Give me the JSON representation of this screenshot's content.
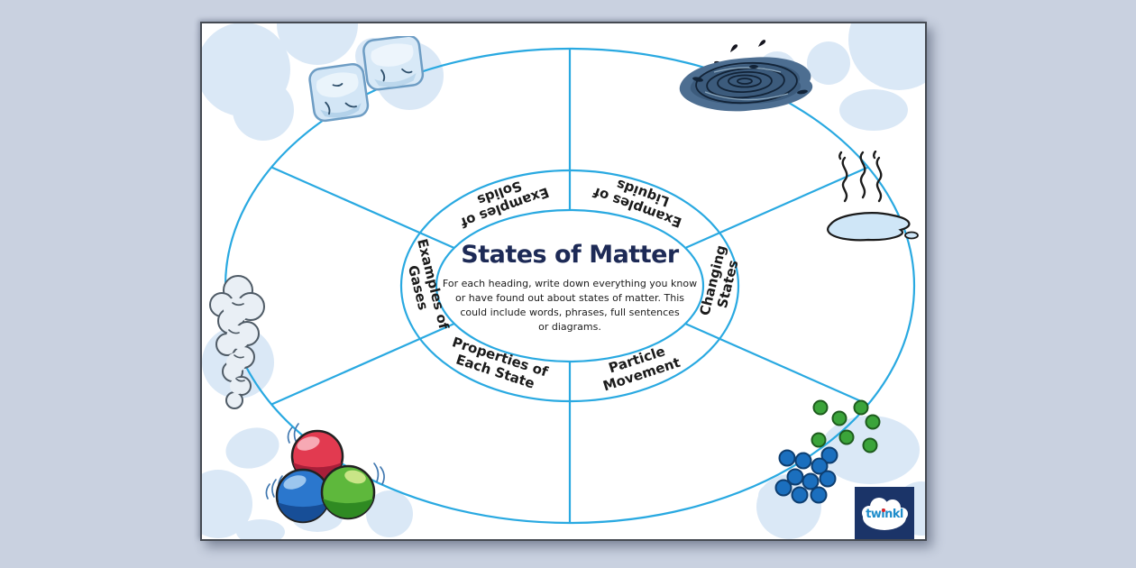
{
  "app": {
    "surround_color": "#c9d1e0",
    "accent_line_color": "#29a9e1",
    "title_color": "#1d2a56"
  },
  "worksheet": {
    "title": "States of Matter",
    "instructions_lines": [
      "For each heading, write down everything you know",
      "or have found out about states of matter. This",
      "could include words, phrases, full sentences",
      "or diagrams."
    ],
    "sections": [
      {
        "name": "examples-of-solids",
        "line1": "Examples of",
        "line2": "Solids"
      },
      {
        "name": "examples-of-liquids",
        "line1": "Examples of",
        "line2": "Liquids"
      },
      {
        "name": "changing-states",
        "line1": "Changing",
        "line2": "States"
      },
      {
        "name": "particle-movement",
        "line1": "Particle",
        "line2": "Movement"
      },
      {
        "name": "properties-of-each-state",
        "line1": "Properties of",
        "line2": "Each State"
      },
      {
        "name": "examples-of-gases",
        "line1": "Examples of",
        "line2": "Gases"
      }
    ],
    "illustrations": [
      "ice-cubes",
      "water-puddle",
      "steaming-puddle",
      "gas-cloud",
      "bouncing-balls",
      "particle-dots"
    ],
    "logo_text": "twinkl"
  }
}
